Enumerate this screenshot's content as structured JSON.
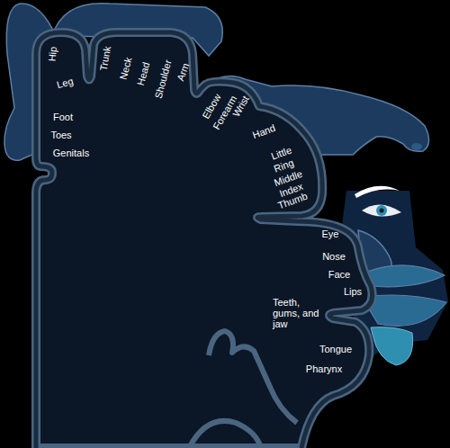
{
  "diagram": {
    "labels": [
      "Hip",
      "Leg",
      "Foot",
      "Toes",
      "Genitals",
      "Trunk",
      "Neck",
      "Head",
      "Shoulder",
      "Arm",
      "Elbow",
      "Forearm",
      "Wrist",
      "Hand",
      "Little",
      "Ring",
      "Middle",
      "Index",
      "Thumb",
      "Eye",
      "Nose",
      "Face",
      "Lips",
      "Teeth, gums, and jaw",
      "Tongue",
      "Pharynx"
    ]
  }
}
